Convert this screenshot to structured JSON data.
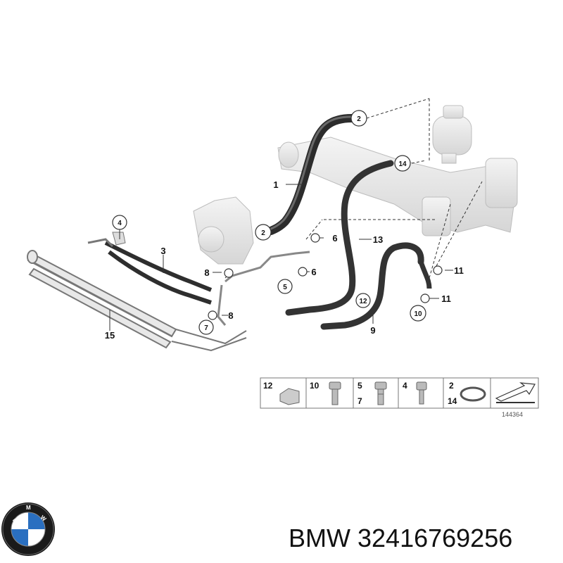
{
  "callouts": {
    "c1": "1",
    "c2a": "2",
    "c2b": "2",
    "c3": "3",
    "c4": "4",
    "c5": "5",
    "c6a": "6",
    "c6b": "6",
    "c7": "7",
    "c8a": "8",
    "c8b": "8",
    "c9": "9",
    "c10": "10",
    "c11a": "11",
    "c11b": "11",
    "c12": "12",
    "c13": "13",
    "c14": "14",
    "c15": "15"
  },
  "legend": {
    "k12": "12",
    "k10": "10",
    "k5": "5",
    "k7": "7",
    "k4": "4",
    "k2": "2",
    "k14": "14",
    "code": "144364"
  },
  "footer": {
    "brand": "BMW",
    "part_number": "32416769256"
  },
  "colors": {
    "hose": "#3a3a3a",
    "part_outline": "#9a9a9a",
    "brand_blue": "#2a6fc0"
  }
}
